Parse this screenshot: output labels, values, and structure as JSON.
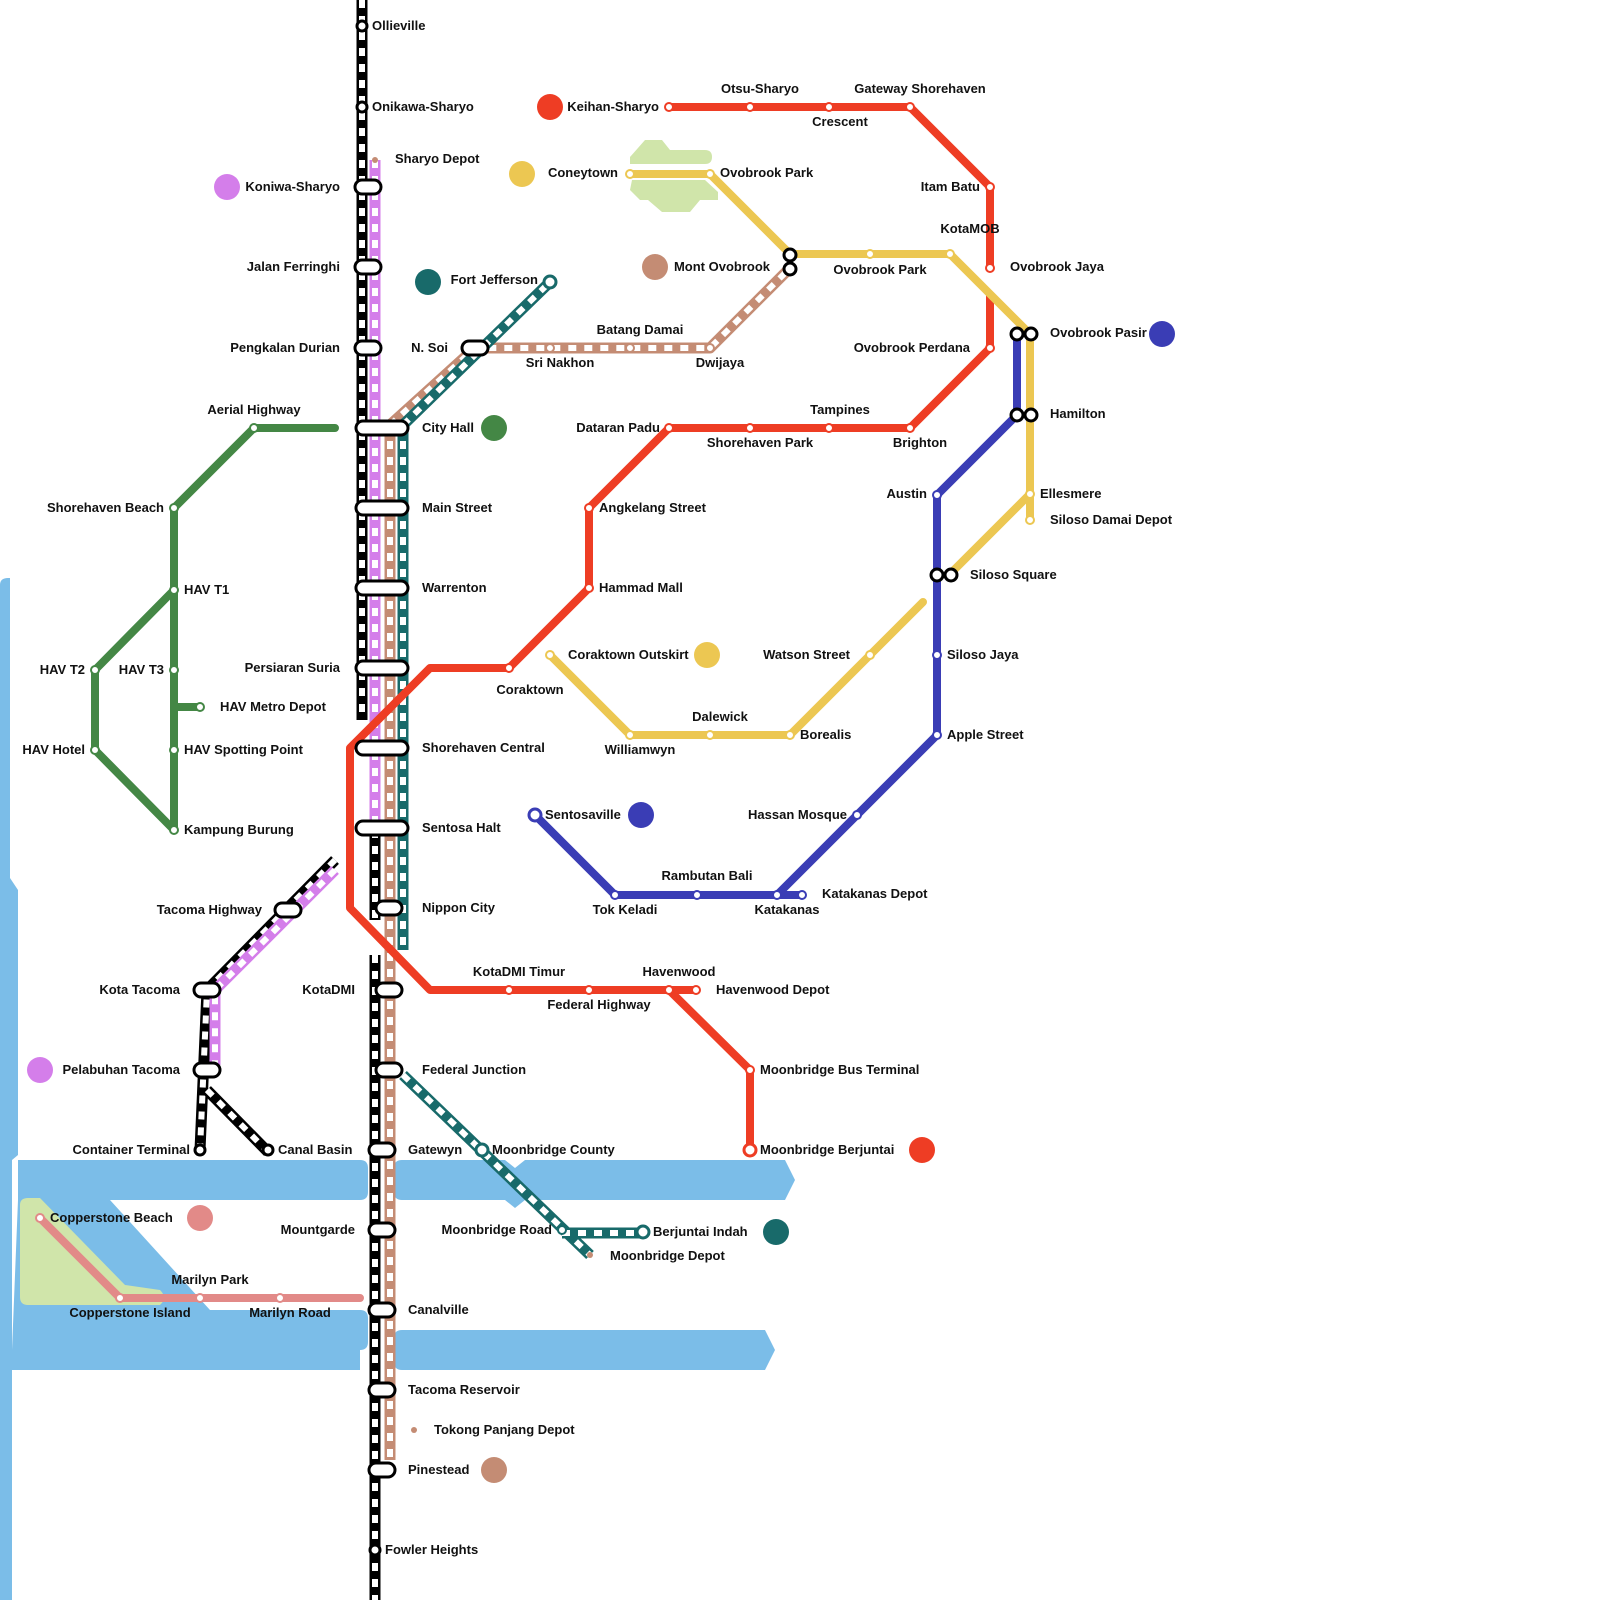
{
  "colors": {
    "water": "#7bbde8",
    "park": "#d0e5aa",
    "red": "#ee3d24",
    "yellow": "#ecc752",
    "blue": "#3a3db5",
    "green": "#448745",
    "teal": "#186a6a",
    "brown": "#c48c74",
    "purple": "#d47eea",
    "pink": "#e28a88",
    "black": "#000000"
  },
  "lines": [
    {
      "id": "black",
      "name": "Black line",
      "color": "#000000",
      "dashed": true,
      "terminus_labels": [
        "Ollieville",
        "Fowler Heights"
      ]
    },
    {
      "id": "purple",
      "name": "Purple line",
      "color": "#d47eea",
      "dashed": true,
      "terminus_labels": [
        "Koniwa-Sharyo",
        "Pelabuhan Tacoma"
      ]
    },
    {
      "id": "brown",
      "name": "Brown line",
      "color": "#c48c74",
      "dashed": true,
      "terminus_labels": [
        "Mont Ovobrook",
        "Pinestead"
      ]
    },
    {
      "id": "teal",
      "name": "Teal line",
      "color": "#186a6a",
      "dashed": true,
      "terminus_labels": [
        "Fort Jefferson",
        "Berjuntai Indah"
      ]
    },
    {
      "id": "red",
      "name": "Red line",
      "color": "#ee3d24",
      "dashed": false,
      "terminus_labels": [
        "Keihan-Sharyo",
        "Moonbridge Berjuntai"
      ]
    },
    {
      "id": "yellow",
      "name": "Yellow line",
      "color": "#ecc752",
      "dashed": false,
      "terminus_labels": [
        "Coneytown",
        "Coraktown Outskirt"
      ]
    },
    {
      "id": "blue",
      "name": "Blue line",
      "color": "#3a3db5",
      "dashed": false,
      "terminus_labels": [
        "Ovobrook Pasir",
        "Sentosaville"
      ]
    },
    {
      "id": "green",
      "name": "Green line",
      "color": "#448745",
      "dashed": false,
      "terminus_labels": [
        "City Hall"
      ]
    },
    {
      "id": "pink",
      "name": "Pink line",
      "color": "#e28a88",
      "dashed": false,
      "terminus_labels": [
        "Copperstone Beach"
      ]
    }
  ],
  "line_badges": [
    {
      "line": "red",
      "label": "Keihan-Sharyo"
    },
    {
      "line": "yellow",
      "label": "Coneytown"
    },
    {
      "line": "purple",
      "label": "Koniwa-Sharyo"
    },
    {
      "line": "teal",
      "label": "Fort Jefferson"
    },
    {
      "line": "brown",
      "label": "Mont Ovobrook"
    },
    {
      "line": "green",
      "label": "City Hall"
    },
    {
      "line": "blue",
      "label": "Ovobrook Pasir"
    },
    {
      "line": "yellow",
      "label": "Coraktown Outskirt"
    },
    {
      "line": "blue",
      "label": "Sentosaville"
    },
    {
      "line": "red",
      "label": "Moonbridge Berjuntai"
    },
    {
      "line": "purple",
      "label": "Pelabuhan Tacoma"
    },
    {
      "line": "pink",
      "label": "Copperstone Beach"
    },
    {
      "line": "teal",
      "label": "Berjuntai Indah"
    },
    {
      "line": "brown",
      "label": "Pinestead"
    }
  ],
  "stations": {
    "ollieville": "Ollieville",
    "onikawa": "Onikawa-Sharyo",
    "sharyo_depot": "Sharyo Depot",
    "koniwa": "Koniwa-Sharyo",
    "jalan_ferringhi": "Jalan Ferringhi",
    "pengkalan_durian": "Pengkalan Durian",
    "n_soi": "N. Soi",
    "fort_jefferson": "Fort Jefferson",
    "aerial_highway": "Aerial Highway",
    "city_hall": "City Hall",
    "main_street": "Main Street",
    "warrenton": "Warrenton",
    "persiaran_suria": "Persiaran Suria",
    "shorehaven_central": "Shorehaven Central",
    "sentosa_halt": "Sentosa Halt",
    "nippon_city": "Nippon City",
    "kotadmi": "KotaDMI",
    "federal_junction": "Federal Junction",
    "gatewyn": "Gatewyn",
    "mountgarde": "Mountgarde",
    "canalville": "Canalville",
    "tacoma_reservoir": "Tacoma Reservoir",
    "tokong_panjang_depot": "Tokong Panjang Depot",
    "pinestead": "Pinestead",
    "fowler_heights": "Fowler Heights",
    "keihan": "Keihan-Sharyo",
    "otsu": "Otsu-Sharyo",
    "crescent": "Crescent",
    "gateway_shorehaven": "Gateway Shorehaven",
    "itam_batu": "Itam Batu",
    "kotamob": "KotaMOB",
    "ovobrook_jaya": "Ovobrook Jaya",
    "ovobrook_perdana": "Ovobrook Perdana",
    "brighton": "Brighton",
    "tampines": "Tampines",
    "shorehaven_park": "Shorehaven Park",
    "dataran_padu": "Dataran Padu",
    "angkelang": "Angkelang Street",
    "hammad_mall": "Hammad Mall",
    "coraktown": "Coraktown",
    "coneytown": "Coneytown",
    "ovobrook_park_1": "Ovobrook Park",
    "mont_ovobrook": "Mont Ovobrook",
    "ovobrook_park_2": "Ovobrook Park",
    "sri_nakhon": "Sri Nakhon",
    "batang_damai": "Batang Damai",
    "dwijaya": "Dwijaya",
    "ovobrook_pasir": "Ovobrook Pasir",
    "hamilton": "Hamilton",
    "austin": "Austin",
    "ellesmere": "Ellesmere",
    "siloso_damai_depot": "Siloso Damai Depot",
    "siloso_square": "Siloso Square",
    "siloso_jaya": "Siloso Jaya",
    "apple_street": "Apple Street",
    "hassan_mosque": "Hassan Mosque",
    "katakanas": "Katakanas",
    "katakanas_depot": "Katakanas Depot",
    "rambutan_bali": "Rambutan Bali",
    "tok_keladi": "Tok Keladi",
    "sentosaville": "Sentosaville",
    "coraktown_outskirt": "Coraktown Outskirt",
    "watson_street": "Watson Street",
    "williamwyn": "Williamwyn",
    "dalewick": "Dalewick",
    "borealis": "Borealis",
    "shorehaven_beach": "Shorehaven Beach",
    "hav_t1": "HAV T1",
    "hav_t2": "HAV T2",
    "hav_t3": "HAV T3",
    "hav_metro_depot": "HAV Metro Depot",
    "hav_hotel": "HAV Hotel",
    "hav_spotting_point": "HAV Spotting Point",
    "kampung_burung": "Kampung Burung",
    "tacoma_highway": "Tacoma Highway",
    "kota_tacoma": "Kota Tacoma",
    "pelabuhan_tacoma": "Pelabuhan Tacoma",
    "container_terminal": "Container Terminal",
    "canal_basin": "Canal Basin",
    "kotadmi_timur": "KotaDMI Timur",
    "federal_highway": "Federal Highway",
    "havenwood": "Havenwood",
    "havenwood_depot": "Havenwood Depot",
    "moonbridge_bus_terminal": "Moonbridge Bus Terminal",
    "moonbridge_berjuntai": "Moonbridge Berjuntai",
    "moonbridge_county": "Moonbridge County",
    "moonbridge_road": "Moonbridge Road",
    "berjuntai_indah": "Berjuntai Indah",
    "moonbridge_depot": "Moonbridge Depot",
    "copperstone_beach": "Copperstone Beach",
    "copperstone_island": "Copperstone Island",
    "marilyn_park": "Marilyn Park",
    "marilyn_road": "Marilyn Road"
  }
}
